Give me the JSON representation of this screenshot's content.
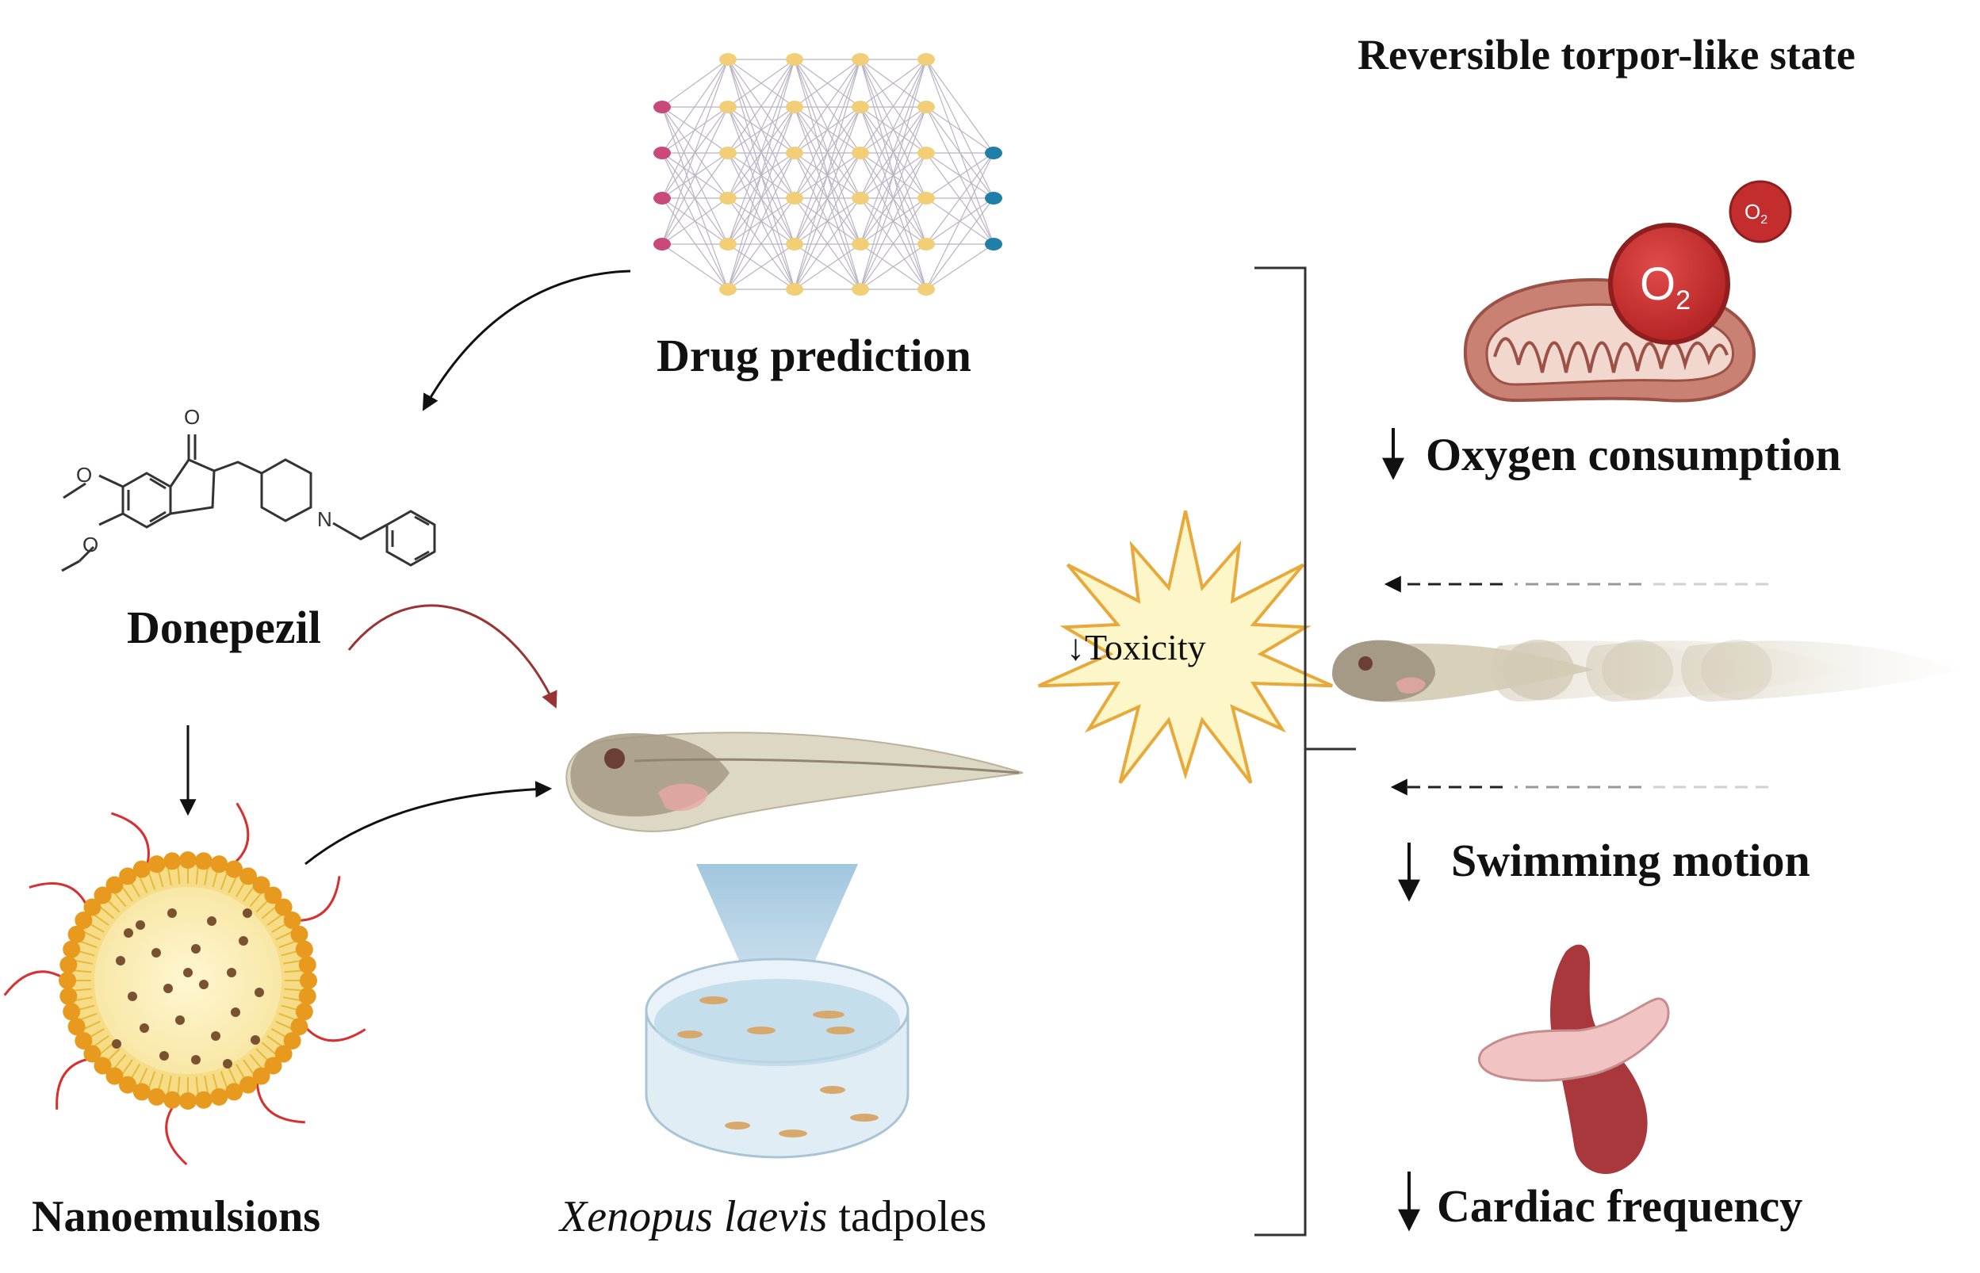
{
  "title": "Reversible torpor-like state",
  "labels": {
    "drug_prediction": "Drug prediction",
    "donepezil": "Donepezil",
    "nanoemulsions": "Nanoemulsions",
    "species": "Xenopus laevis",
    "tadpoles": "tadpoles",
    "toxicity": "Toxicity",
    "oxygen": "Oxygen consumption",
    "swimming": "Swimming motion",
    "cardiac": "Cardiac frequency"
  },
  "molecule": {
    "oxygen_atom": "O",
    "nitrogen_atom": "N"
  },
  "o2_badge": "O",
  "o2_sub": "2",
  "colors": {
    "input_node": "#c94a7a",
    "hidden_node": "#f2cf76",
    "output_node": "#1f7fa6",
    "toxicity_fill": "#fdf6c8",
    "toxicity_stroke": "#e8a93a",
    "droplet_shell": "#e89a1e",
    "mitochondrion": "#c98173",
    "o2": "#c42d2d",
    "heart": "#a8383c",
    "curve_arrow_red": "#9a3434"
  }
}
